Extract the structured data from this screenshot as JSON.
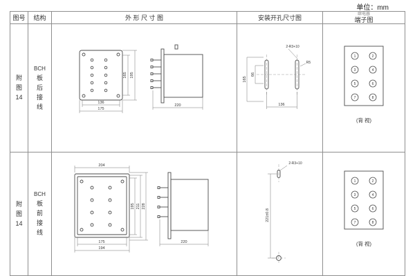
{
  "unit": "单位：mm",
  "header": {
    "fig_no": "图号",
    "structure": "结构",
    "outline": "外 形 尺 寸 图",
    "install": "安装开孔尺寸图",
    "terminal_small": "继电器",
    "terminal": "端子图"
  },
  "rows": [
    {
      "fig_chars": [
        "附",
        "图",
        "14"
      ],
      "struct_chars": [
        "BCH",
        "板",
        "后",
        "接",
        "线"
      ],
      "outline": {
        "w_inner": "136",
        "w_outer": "175",
        "h_inner": "165",
        "h_outer": "195",
        "depth": "220"
      },
      "install": {
        "h": "165",
        "h2": "66",
        "w": "136",
        "note": "2-R3+10",
        "r": "R5"
      },
      "terminal": {
        "caption": "(背 视)",
        "nums": [
          "1",
          "2",
          "3",
          "4",
          "5",
          "6",
          "7",
          "8"
        ]
      }
    },
    {
      "fig_chars": [
        "附",
        "图",
        "14"
      ],
      "struct_chars": [
        "BCH",
        "板",
        "前",
        "接",
        "线"
      ],
      "outline": {
        "top": "204",
        "w_inner": "175",
        "w_outer": "194",
        "h1": "195",
        "h2": "211",
        "h3": "228",
        "depth": "220"
      },
      "install": {
        "h": "221±0.8",
        "note": "2-R3+10"
      },
      "terminal": {
        "caption": "(背 视)",
        "nums": [
          "1",
          "2",
          "3",
          "4",
          "5",
          "6",
          "7",
          "8"
        ]
      }
    }
  ]
}
